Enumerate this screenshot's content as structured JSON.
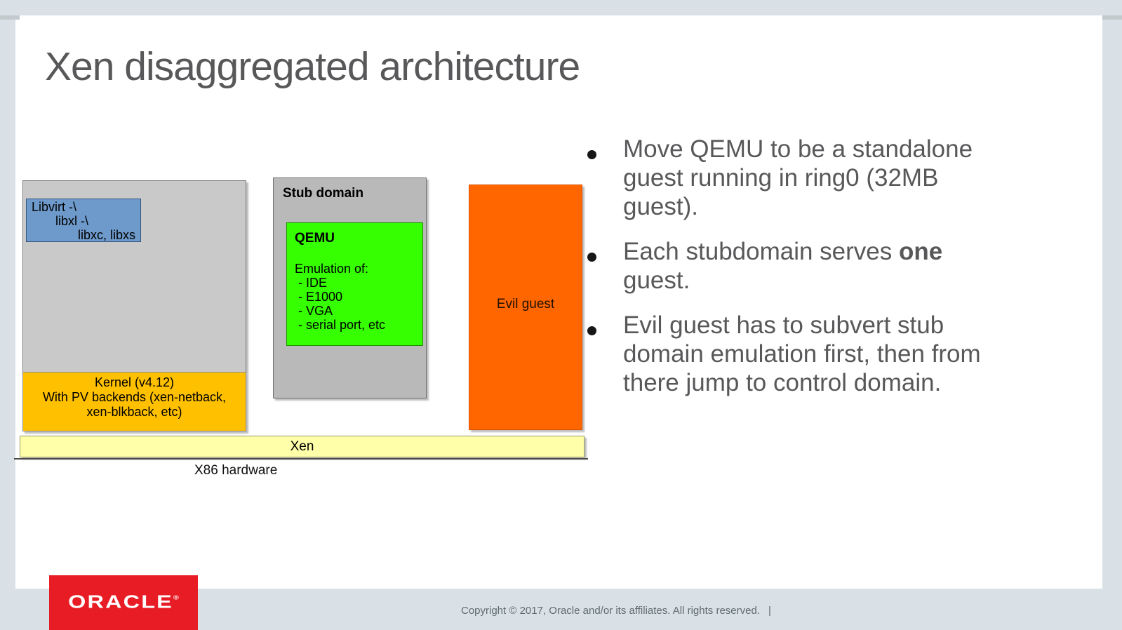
{
  "colors": {
    "margin_bg": "#dae1e6",
    "notch_gray": "#c3cacd",
    "text_gray": "#58585a",
    "oracle_red": "#e81c24",
    "control_gray": "#c9c9c9",
    "stub_gray": "#b9b9b9",
    "libvirt_blue": "#6d99cb",
    "kernel_gold": "#ffc000",
    "qemu_green": "#35ff00",
    "evil_orange": "#ff6600",
    "xen_yellow": "#ffffaa"
  },
  "title": "Xen disaggregated architecture",
  "bullets": {
    "item1": "Move QEMU to be a standalone\nguest running in ring0 (32MB\nguest).",
    "item2_pre": "Each stubdomain serves ",
    "item2_bold": "one",
    "item2_post": "\nguest.",
    "item3": "Evil guest has to subvert stub\ndomain emulation first, then from\nthere jump to control domain."
  },
  "diagram": {
    "control_domain": {
      "libvirt_line1": "Libvirt -\\",
      "libvirt_line2": "libxl -\\",
      "libvirt_line3": "libxc, libxs",
      "kernel": "Kernel (v4.12)\nWith PV backends (xen-netback,\nxen-blkback, etc)"
    },
    "stub_domain": {
      "title": "Stub domain",
      "qemu_title": "QEMU",
      "qemu_body": "Emulation of:\n - IDE\n - E1000\n - VGA\n - serial port, etc"
    },
    "evil_guest": "Evil guest",
    "xen": "Xen",
    "hardware": "X86 hardware"
  },
  "footer": {
    "logo": "ORACLE",
    "registered_mark": "®",
    "copyright": "Copyright © 2017, Oracle and/or its affiliates. All rights reserved.",
    "divider": "|"
  }
}
